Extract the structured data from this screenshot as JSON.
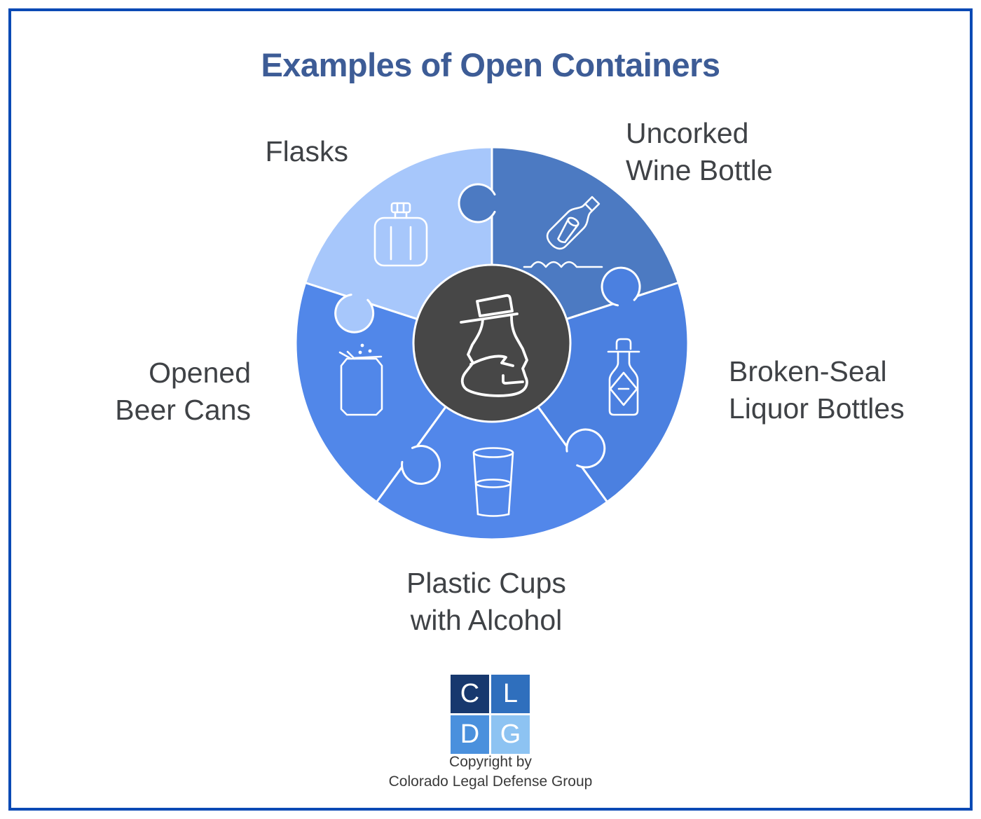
{
  "title": "Examples of Open Containers",
  "colors": {
    "frame": "#0b4ab5",
    "title": "#3d5c96",
    "label": "#3f4246",
    "center-circle": "#474747",
    "icon-stroke": "#ffffff",
    "seg-flasks": "#a7c7fb",
    "seg-wine": "#4c7ac2",
    "seg-broken": "#4b80e0",
    "seg-plastic": "#5287ea",
    "seg-beer": "#5187e9",
    "logo-c": "#17386e",
    "logo-l": "#2f6fbd",
    "logo-d": "#4a90dd",
    "logo-g": "#8dc3f2",
    "copyright": "#3a3a3a"
  },
  "diagram": {
    "type": "puzzle-wheel",
    "center_icon": "bagged-bottle-icon",
    "segments": [
      {
        "name": "flasks",
        "icon": "flask-icon",
        "label_lines": [
          "Flasks"
        ]
      },
      {
        "name": "uncorked-wine-bottle",
        "icon": "floating-wine-bottle-icon",
        "label_lines": [
          "Uncorked",
          "Wine Bottle"
        ]
      },
      {
        "name": "broken-seal-liquor-bottles",
        "icon": "broken-seal-bottle-icon",
        "label_lines": [
          "Broken-Seal",
          "Liquor Bottles"
        ]
      },
      {
        "name": "plastic-cups-with-alcohol",
        "icon": "plastic-cup-icon",
        "label_lines": [
          "Plastic Cups",
          "with Alcohol"
        ]
      },
      {
        "name": "opened-beer-cans",
        "icon": "beer-can-icon",
        "label_lines": [
          "Opened",
          "Beer Cans"
        ]
      }
    ]
  },
  "logo": {
    "letters": [
      "C",
      "L",
      "D",
      "G"
    ]
  },
  "footer": {
    "line1": "Copyright by",
    "line2": "Colorado Legal Defense Group"
  }
}
